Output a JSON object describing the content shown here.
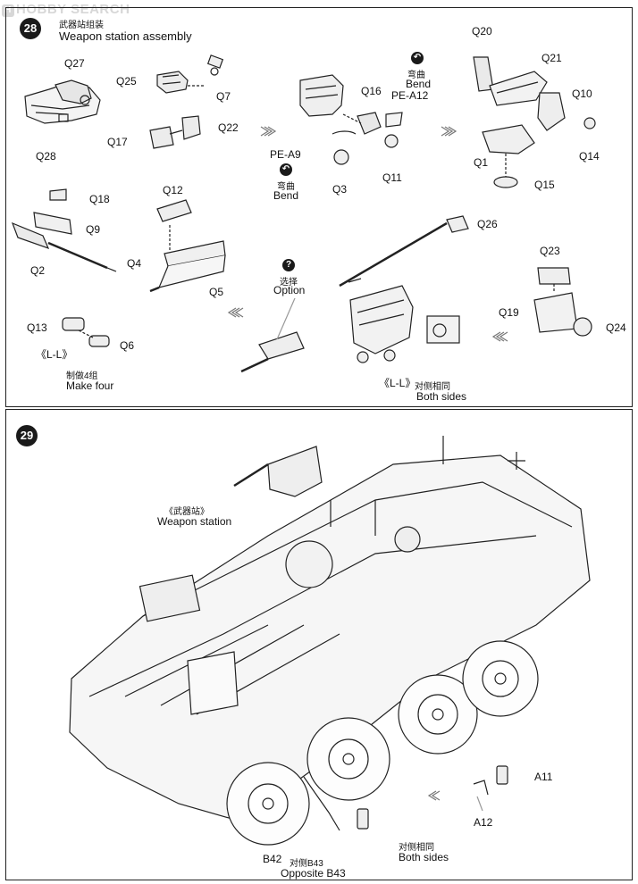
{
  "watermark": {
    "icon": "hobby-search-icon",
    "text": "HOBBY SEARCH"
  },
  "step28": {
    "number": "28",
    "title_cn": "武器站组装",
    "title_en": "Weapon station assembly",
    "parts": {
      "q27": "Q27",
      "q28": "Q28",
      "q25": "Q25",
      "q7": "Q7",
      "q17": "Q17",
      "q22": "Q22",
      "q16": "Q16",
      "pe_a12": "PE-A12",
      "pe_a9": "PE-A9",
      "q3": "Q3",
      "q11": "Q11",
      "q20": "Q20",
      "q21": "Q21",
      "q10": "Q10",
      "q1": "Q1",
      "q14": "Q14",
      "q15": "Q15",
      "q18": "Q18",
      "q9": "Q9",
      "q2": "Q2",
      "q12": "Q12",
      "q4": "Q4",
      "q5": "Q5",
      "q26": "Q26",
      "q23": "Q23",
      "q19": "Q19",
      "q24": "Q24",
      "q13": "Q13",
      "q6": "Q6"
    },
    "bend1_cn": "弯曲",
    "bend1_en": "Bend",
    "bend2_cn": "弯曲",
    "bend2_en": "Bend",
    "option_cn": "选择",
    "option_en": "Option",
    "option_icon": "?",
    "ll_left": "《L-L》",
    "make_four_cn": "制做4组",
    "make_four_en": "Make four",
    "ll_right": "《L-L》",
    "both_sides_cn": "对侧相同",
    "both_sides_en": "Both sides"
  },
  "step29": {
    "number": "29",
    "weapon_station_cn": "《武器站》",
    "weapon_station_en": "Weapon station",
    "a11": "A11",
    "a12": "A12",
    "b42": "B42",
    "opp_cn": "对侧B43",
    "opp_en": "Opposite B43",
    "both_cn": "对侧相同",
    "both_en": "Both sides"
  }
}
